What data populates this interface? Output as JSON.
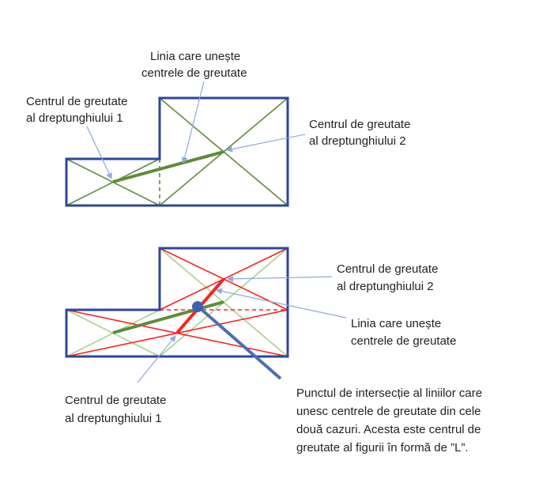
{
  "colors": {
    "outline": "#2E4699",
    "median_green": "#5E8C3A",
    "light_green": "#A9D18E",
    "red": "#FF2020",
    "pointer": "#4A6FB5",
    "arrow_thin": "#8EA9DB"
  },
  "top_diagram": {
    "label_rect1": [
      "Centrul de greutate",
      "al dreptunghiului 1"
    ],
    "label_connecting_line": [
      "Linia care unește",
      "centrele de greutate"
    ],
    "label_rect2": [
      "Centrul de greutate",
      "al dreptunghiului 2"
    ]
  },
  "bottom_diagram": {
    "label_rect2": [
      "Centrul de greutate",
      "al dreptunghiului 2"
    ],
    "label_connecting_line": [
      "Linia care unește",
      "centrele de greutate"
    ],
    "label_rect1": [
      "Centrul de greutate",
      "al dreptunghiului 1"
    ],
    "label_intersection": [
      "Punctul de intersecție al liniilor care",
      "unesc centrele de greutate din cele",
      "două cazuri. Acesta este centrul de",
      "greutate al figurii în formă de ”L”."
    ]
  }
}
